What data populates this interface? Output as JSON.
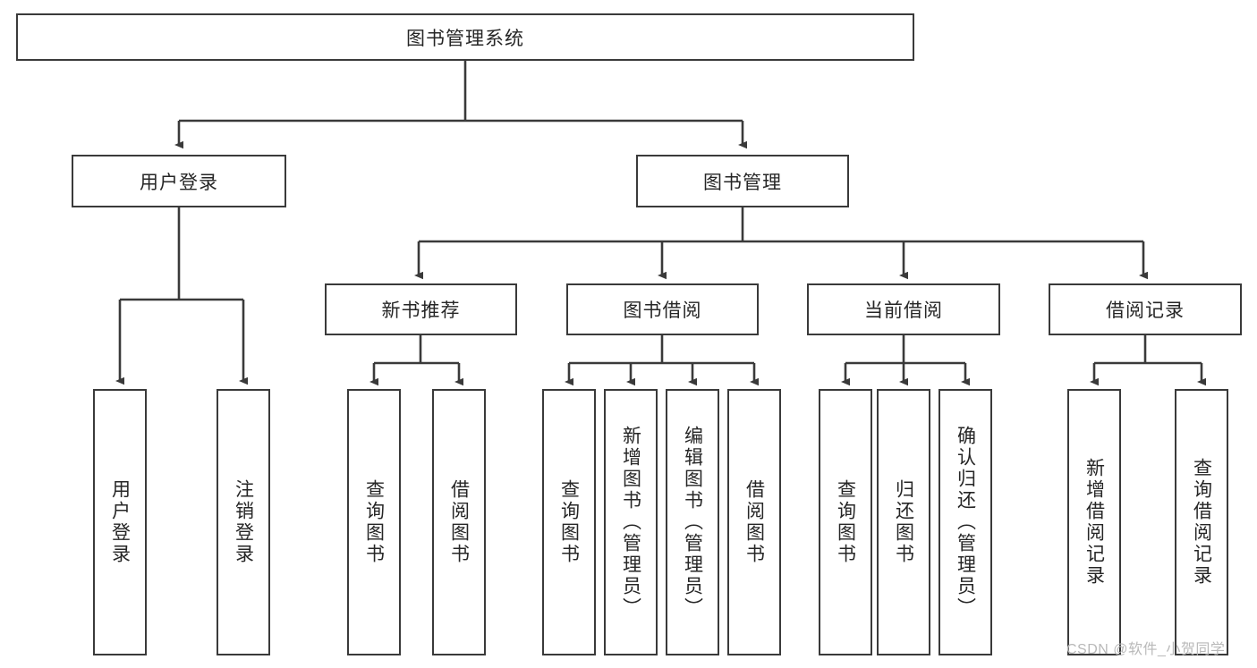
{
  "diagram": {
    "type": "tree-hierarchy",
    "title": "图书管理系统",
    "orientation": "top-down",
    "root": {
      "label": "图书管理系统",
      "children": [
        {
          "label": "用户登录",
          "children": [
            {
              "label": "用户登录"
            },
            {
              "label": "注销登录"
            }
          ]
        },
        {
          "label": "图书管理",
          "children": [
            {
              "label": "新书推荐",
              "children": [
                {
                  "label": "查询图书"
                },
                {
                  "label": "借阅图书"
                }
              ]
            },
            {
              "label": "图书借阅",
              "children": [
                {
                  "label": "查询图书"
                },
                {
                  "label": "新增图书（管理员）"
                },
                {
                  "label": "编辑图书（管理员）"
                },
                {
                  "label": "借阅图书"
                }
              ]
            },
            {
              "label": "当前借阅",
              "children": [
                {
                  "label": "查询图书"
                },
                {
                  "label": "归还图书"
                },
                {
                  "label": "确认归还（管理员）"
                }
              ]
            },
            {
              "label": "借阅记录",
              "children": [
                {
                  "label": "新增借阅记录"
                },
                {
                  "label": "查询借阅记录"
                }
              ]
            }
          ]
        }
      ]
    },
    "nodes": {
      "root": "图书管理系统",
      "l1_user_login": "用户登录",
      "l1_book_mgmt": "图书管理",
      "l2_new_book": "新书推荐",
      "l2_borrow": "图书借阅",
      "l2_current": "当前借阅",
      "l2_record": "借阅记录",
      "leaf_user_login": "用户登录",
      "leaf_logout": "注销登录",
      "leaf_nb_query": "查询图书",
      "leaf_nb_borrow": "借阅图书",
      "leaf_bb_query": "查询图书",
      "leaf_bb_add": "新增图书（管理员）",
      "leaf_bb_edit": "编辑图书（管理员）",
      "leaf_bb_borrow": "借阅图书",
      "leaf_cb_query": "查询图书",
      "leaf_cb_return": "归还图书",
      "leaf_cb_confirm": "确认归还（管理员）",
      "leaf_rec_add": "新增借阅记录",
      "leaf_rec_query": "查询借阅记录"
    },
    "colors": {
      "border": "#3a3a3a",
      "fill": "#ffffff",
      "text": "#262626",
      "connector": "#3a3a3a",
      "watermark": "#b9b9b9"
    }
  },
  "watermark": {
    "text": "CSDN @软件_小贺同学"
  }
}
